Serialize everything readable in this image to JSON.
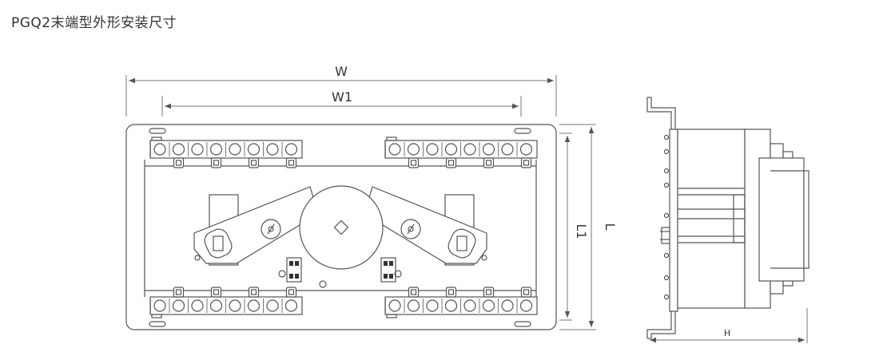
{
  "title": "PGQ2末端型外形安装尺寸",
  "dimensions": {
    "width": "W",
    "width_inner": "W1",
    "length": "L",
    "length_inner": "L1",
    "height": "H"
  },
  "colors": {
    "line": "#555555",
    "text": "#333333",
    "background": "#ffffff"
  }
}
